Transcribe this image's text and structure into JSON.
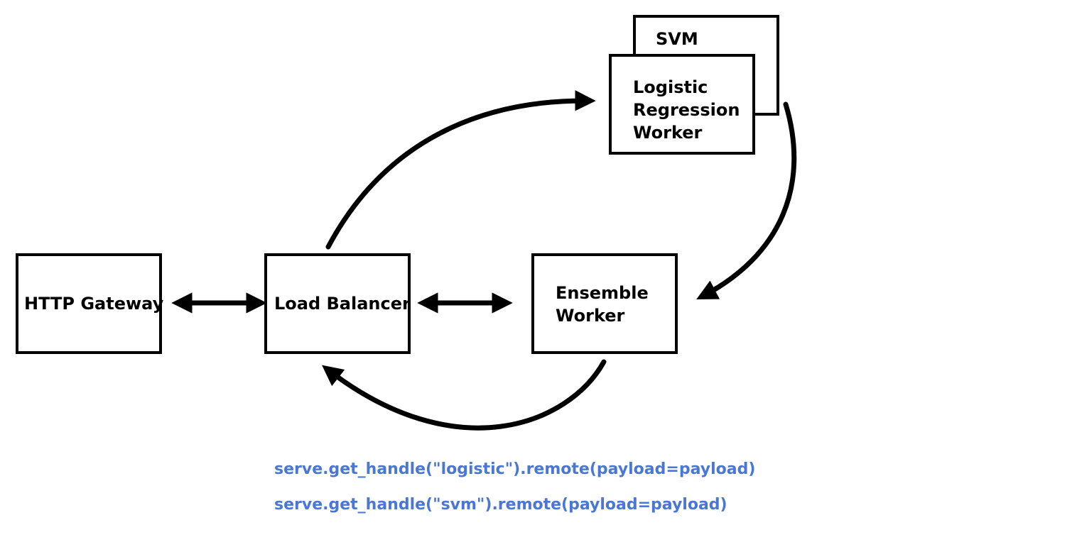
{
  "nodes": {
    "http_gateway": "HTTP Gateway",
    "load_balancer": "Load Balancer",
    "ensemble_worker": "Ensemble\nWorker",
    "svm": "SVM",
    "logistic_regression_worker": "Logistic\nRegression\nWorker"
  },
  "code": {
    "line1": "serve.get_handle(\"logistic\").remote(payload=payload)",
    "line2": "serve.get_handle(\"svm\").remote(payload=payload)"
  },
  "colors": {
    "stroke": "#000000",
    "code_text": "#4a77d4"
  }
}
